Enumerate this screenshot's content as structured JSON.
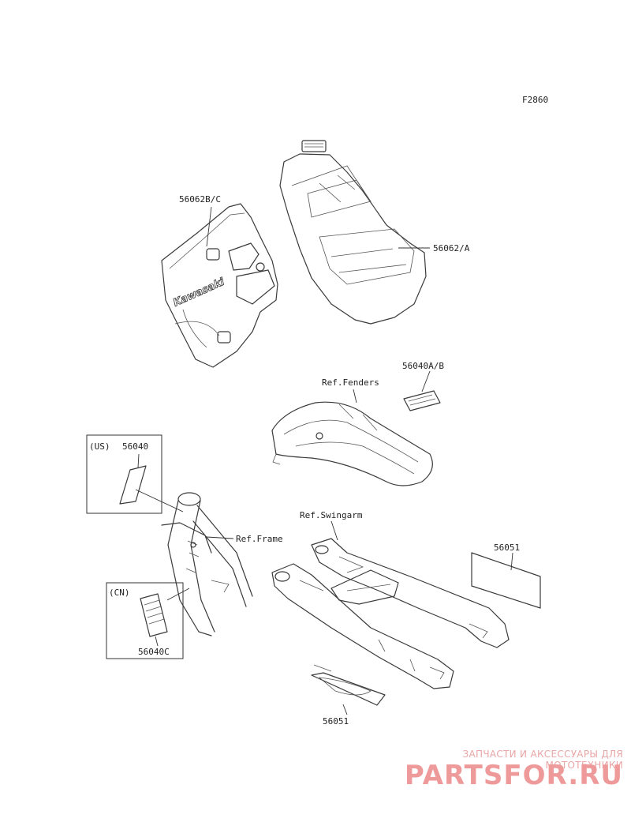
{
  "figure_code": "F2860",
  "labels": {
    "shroud_decal": "56062B/C",
    "tank_decal": "56062/A",
    "fender_decal": "56040A/B",
    "ref_fenders": "Ref.Fenders",
    "us_tag": "(US)",
    "us_label": "56040",
    "ref_frame": "Ref.Frame",
    "cn_tag": "(CN)",
    "cn_label": "56040C",
    "ref_swingarm": "Ref.Swingarm",
    "swingarm_decal_upper": "56051",
    "swingarm_decal_lower": "56051",
    "brand_on_shroud": "Kawasaki"
  },
  "watermark": {
    "subtitle": "ЗАПЧАСТИ И АКСЕССУАРЫ ДЛЯ МОТОТЕХНИКИ",
    "logo": "PARTSFOR.RU"
  }
}
